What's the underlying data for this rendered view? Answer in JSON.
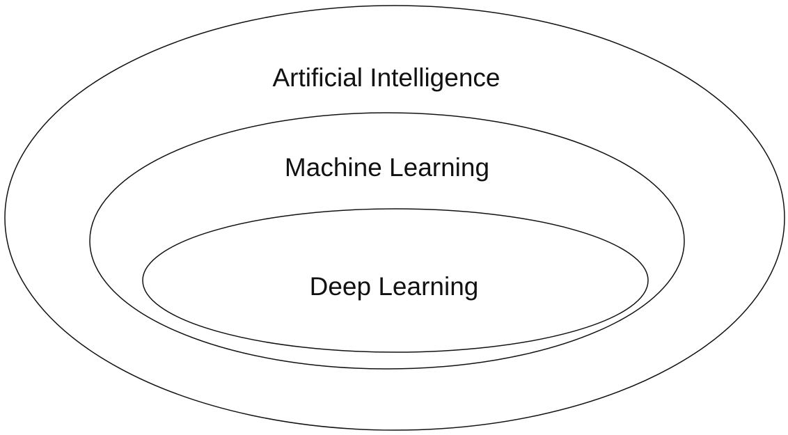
{
  "diagram": {
    "sets": [
      {
        "id": "ai",
        "label": "Artificial Intelligence"
      },
      {
        "id": "ml",
        "label": "Machine Learning"
      },
      {
        "id": "dl",
        "label": "Deep Learning"
      }
    ],
    "colors": {
      "stroke": "#111111",
      "background": "#ffffff"
    }
  }
}
